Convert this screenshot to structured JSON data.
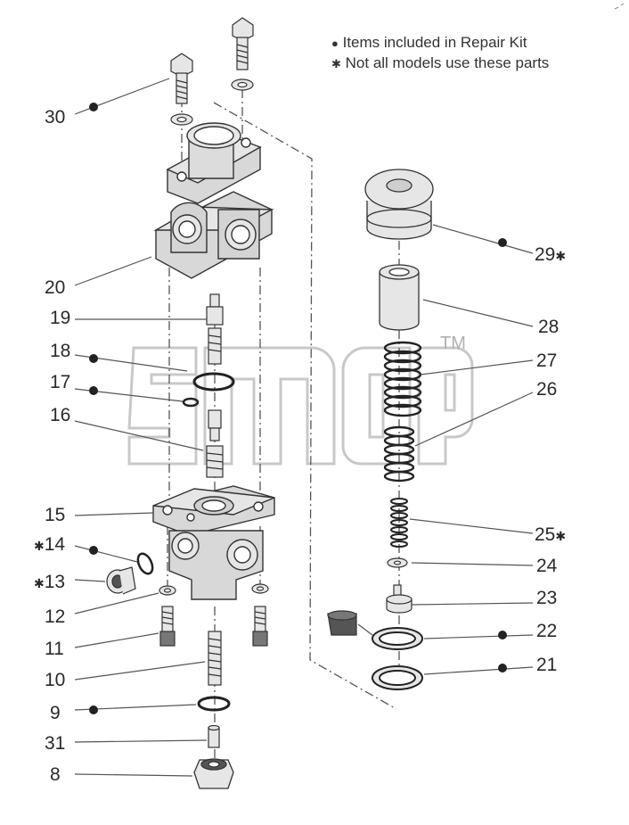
{
  "legend": {
    "repair_kit": "Items included in Repair Kit",
    "not_all_models": "Not all models use these parts",
    "dot_symbol": "●",
    "asterisk_symbol": "✱"
  },
  "watermark": {
    "tm": "TM"
  },
  "callouts": {
    "c30": "30",
    "c20": "20",
    "c19": "19",
    "c18": "18",
    "c17": "17",
    "c16": "16",
    "c15": "15",
    "c14": "14",
    "c13": "13",
    "c12": "12",
    "c11": "11",
    "c10": "10",
    "c9": "9",
    "c31": "31",
    "c8": "8",
    "c29": "29",
    "c28": "28",
    "c27": "27",
    "c26": "26",
    "c25": "25",
    "c24": "24",
    "c23": "23",
    "c22": "22",
    "c21": "21"
  },
  "colors": {
    "line": "#555555",
    "text": "#2a2a2a",
    "part_fill": "#e6e6e6",
    "part_shade": "#cfcfcf",
    "watermark": "#c8c8c8"
  }
}
